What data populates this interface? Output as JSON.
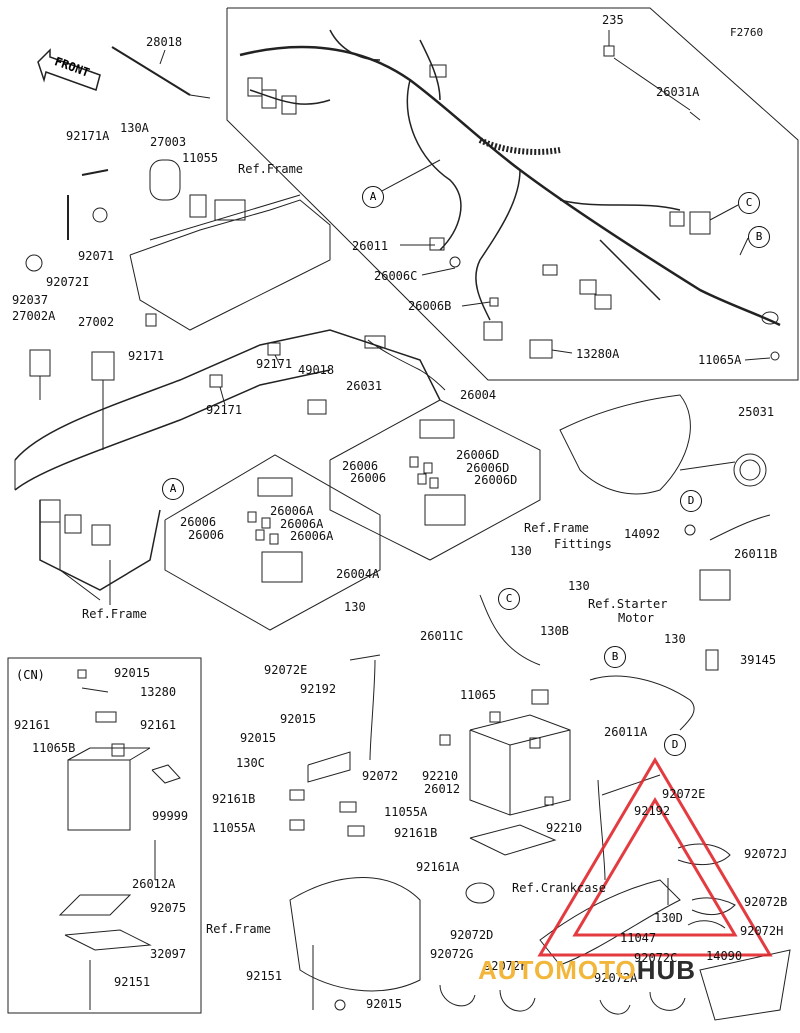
{
  "diagram": {
    "figure_code": "F2760",
    "front_label": "FRONT",
    "cn_label": "(CN)",
    "watermark": {
      "part1": "AUTOMOTO",
      "part2": "HUB"
    },
    "callouts": [
      "A",
      "B",
      "C",
      "D"
    ],
    "labels": [
      {
        "id": "p235",
        "text": "235"
      },
      {
        "id": "p28018",
        "text": "28018"
      },
      {
        "id": "p26031A",
        "text": "26031A"
      },
      {
        "id": "p92171A",
        "text": "92171A"
      },
      {
        "id": "p130A",
        "text": "130A"
      },
      {
        "id": "p27003",
        "text": "27003"
      },
      {
        "id": "p11055",
        "text": "11055"
      },
      {
        "id": "refframe1",
        "text": "Ref.Frame"
      },
      {
        "id": "p92071",
        "text": "92071"
      },
      {
        "id": "p92072I",
        "text": "92072I"
      },
      {
        "id": "p92037",
        "text": "92037"
      },
      {
        "id": "p27002A",
        "text": "27002A"
      },
      {
        "id": "p27002",
        "text": "27002"
      },
      {
        "id": "p92171a",
        "text": "92171"
      },
      {
        "id": "p92171b",
        "text": "92171"
      },
      {
        "id": "p92171c",
        "text": "92171"
      },
      {
        "id": "p49018",
        "text": "49018"
      },
      {
        "id": "p26031",
        "text": "26031"
      },
      {
        "id": "p26011",
        "text": "26011"
      },
      {
        "id": "p26006C",
        "text": "26006C"
      },
      {
        "id": "p26006B",
        "text": "26006B"
      },
      {
        "id": "p13280A",
        "text": "13280A"
      },
      {
        "id": "p11065A",
        "text": "11065A"
      },
      {
        "id": "p26004",
        "text": "26004"
      },
      {
        "id": "p26006D1",
        "text": "26006D"
      },
      {
        "id": "p26006D2",
        "text": "26006D"
      },
      {
        "id": "p26006D3",
        "text": "26006D"
      },
      {
        "id": "p26006_1",
        "text": "26006"
      },
      {
        "id": "p26006_2",
        "text": "26006"
      },
      {
        "id": "p25031",
        "text": "25031"
      },
      {
        "id": "refff",
        "text": "Ref.Frame"
      },
      {
        "id": "fittings",
        "text": "Fittings"
      },
      {
        "id": "p14092",
        "text": "14092"
      },
      {
        "id": "p26011B",
        "text": "26011B"
      },
      {
        "id": "p26006A1",
        "text": "26006A"
      },
      {
        "id": "p26006A2",
        "text": "26006A"
      },
      {
        "id": "p26006A3",
        "text": "26006A"
      },
      {
        "id": "p26006_3",
        "text": "26006"
      },
      {
        "id": "p26006_4",
        "text": "26006"
      },
      {
        "id": "p26004A",
        "text": "26004A"
      },
      {
        "id": "p130_1",
        "text": "130"
      },
      {
        "id": "p130_2",
        "text": "130"
      },
      {
        "id": "p130_3",
        "text": "130"
      },
      {
        "id": "p130_4",
        "text": "130"
      },
      {
        "id": "refframe2",
        "text": "Ref.Frame"
      },
      {
        "id": "refstarter",
        "text": "Ref.Starter"
      },
      {
        "id": "motor",
        "text": "Motor"
      },
      {
        "id": "p26011C",
        "text": "26011C"
      },
      {
        "id": "p130B",
        "text": "130B"
      },
      {
        "id": "p39145",
        "text": "39145"
      },
      {
        "id": "p92015_1",
        "text": "92015"
      },
      {
        "id": "p13280",
        "text": "13280"
      },
      {
        "id": "p92161_1",
        "text": "92161"
      },
      {
        "id": "p92161_2",
        "text": "92161"
      },
      {
        "id": "p11065B",
        "text": "11065B"
      },
      {
        "id": "p99999",
        "text": "99999"
      },
      {
        "id": "p26012A",
        "text": "26012A"
      },
      {
        "id": "p92075",
        "text": "92075"
      },
      {
        "id": "p32097",
        "text": "32097"
      },
      {
        "id": "p92151_1",
        "text": "92151"
      },
      {
        "id": "p92072E_1",
        "text": "92072E"
      },
      {
        "id": "p92192_1",
        "text": "92192"
      },
      {
        "id": "p11065",
        "text": "11065"
      },
      {
        "id": "p26011A",
        "text": "26011A"
      },
      {
        "id": "p92015_2",
        "text": "92015"
      },
      {
        "id": "p92015_3",
        "text": "92015"
      },
      {
        "id": "p130C",
        "text": "130C"
      },
      {
        "id": "p92072",
        "text": "92072"
      },
      {
        "id": "p92210_1",
        "text": "92210"
      },
      {
        "id": "p26012",
        "text": "26012"
      },
      {
        "id": "p92161B_1",
        "text": "92161B"
      },
      {
        "id": "p11055A_1",
        "text": "11055A"
      },
      {
        "id": "p11055A_2",
        "text": "11055A"
      },
      {
        "id": "p92161B_2",
        "text": "92161B"
      },
      {
        "id": "p92072E_2",
        "text": "92072E"
      },
      {
        "id": "p92192_2",
        "text": "92192"
      },
      {
        "id": "p92210_2",
        "text": "92210"
      },
      {
        "id": "p92072J",
        "text": "92072J"
      },
      {
        "id": "p92161A",
        "text": "92161A"
      },
      {
        "id": "refcrank",
        "text": "Ref.Crankcase"
      },
      {
        "id": "p130D",
        "text": "130D"
      },
      {
        "id": "p92072B",
        "text": "92072B"
      },
      {
        "id": "refframe3",
        "text": "Ref.Frame"
      },
      {
        "id": "p92072D",
        "text": "92072D"
      },
      {
        "id": "p11047",
        "text": "11047"
      },
      {
        "id": "p92072H",
        "text": "92072H"
      },
      {
        "id": "p92072G",
        "text": "92072G"
      },
      {
        "id": "p92072F",
        "text": "92072F"
      },
      {
        "id": "p92072C",
        "text": "92072C"
      },
      {
        "id": "p14090",
        "text": "14090"
      },
      {
        "id": "p92072A",
        "text": "92072A"
      },
      {
        "id": "p92151_2",
        "text": "92151"
      },
      {
        "id": "p92015_4",
        "text": "92015"
      }
    ]
  }
}
